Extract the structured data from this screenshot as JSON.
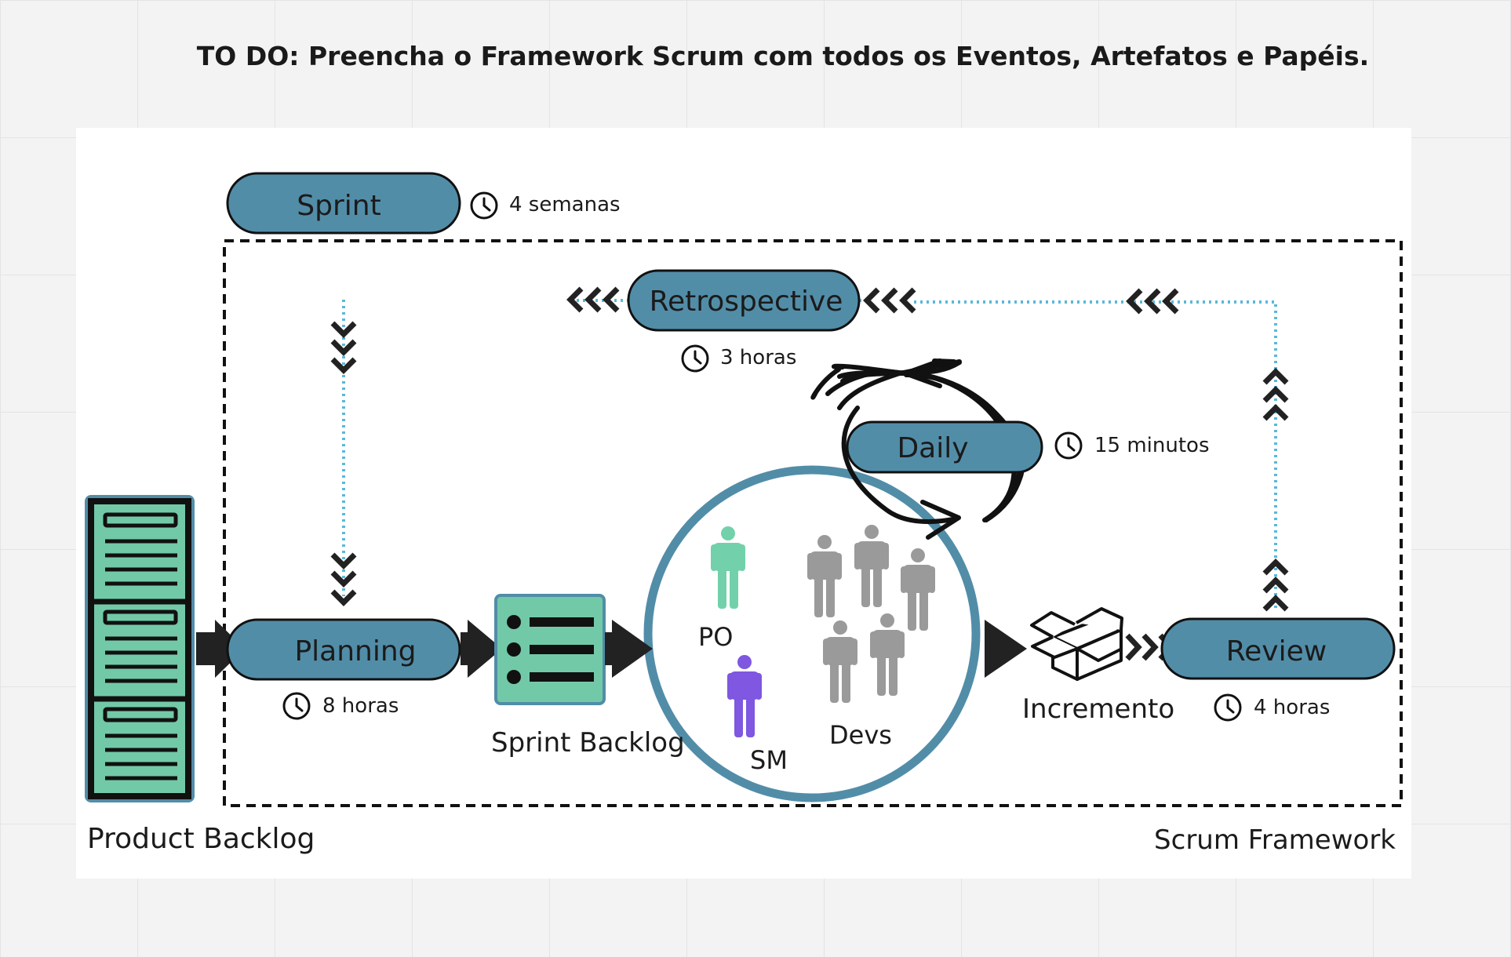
{
  "heading": "TO DO: Preencha o Framework Scrum com todos os Eventos, Artefatos e Papéis.",
  "colors": {
    "pill_fill": "#528da8",
    "artifact_fill": "#72c9a8",
    "circle_stroke": "#528da8",
    "dotted_line": "#5bb8d8",
    "po_color": "#72d1ab",
    "sm_color": "#7f57e0",
    "dev_color": "#9a9a9a"
  },
  "events": {
    "sprint": {
      "label": "Sprint",
      "duration": "4 semanas"
    },
    "retrospective": {
      "label": "Retrospective",
      "duration": "3 horas"
    },
    "daily": {
      "label": "Daily",
      "duration": "15 minutos"
    },
    "planning": {
      "label": "Planning",
      "duration": "8 horas"
    },
    "review": {
      "label": "Review",
      "duration": "4 horas"
    }
  },
  "artifacts": {
    "product_backlog": "Product Backlog",
    "sprint_backlog": "Sprint Backlog",
    "increment": "Incremento"
  },
  "roles": {
    "po": "PO",
    "sm": "SM",
    "devs": "Devs"
  },
  "footer_label": "Scrum Framework",
  "icons": {
    "clock": "clock-icon",
    "cycle": "cycle-arrows-icon",
    "box": "open-box-icon",
    "person": "person-icon",
    "list": "list-icon",
    "server": "server-rack-icon"
  }
}
